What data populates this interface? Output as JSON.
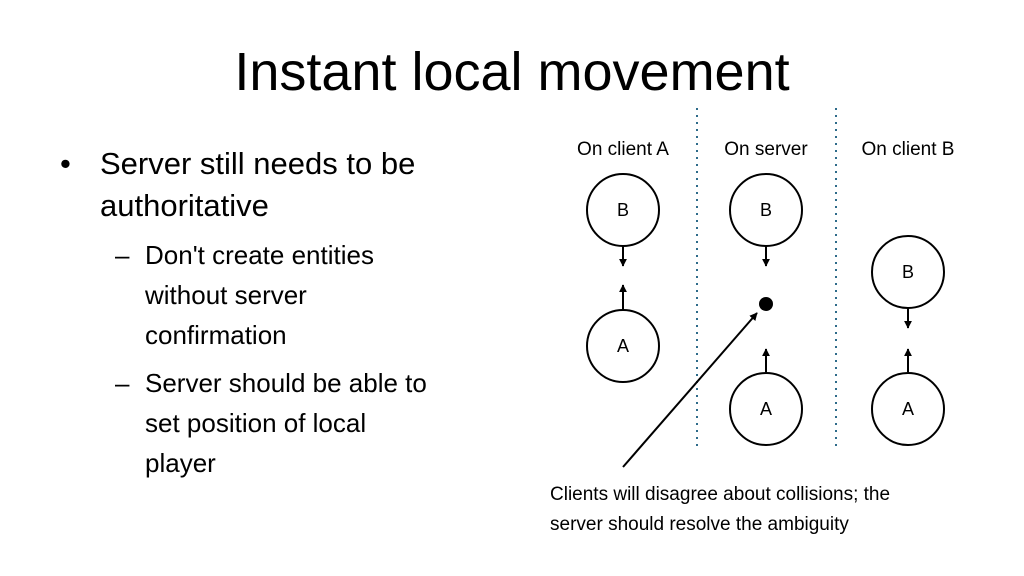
{
  "slide": {
    "title": "Instant local movement",
    "bullets": [
      {
        "marker": "•",
        "text_lines": [
          "Server still needs to be",
          "authoritative"
        ],
        "sub_marker": "–",
        "sub_bullets": [
          [
            "Don't create entities",
            "without server",
            "confirmation"
          ],
          [
            "Server should be able to",
            "set position of local",
            "player"
          ]
        ]
      }
    ]
  },
  "diagram": {
    "columns": [
      "On client A",
      "On server",
      "On client B"
    ],
    "nodes": {
      "client_a_b": "B",
      "client_a_a": "A",
      "server_b": "B",
      "server_a": "A",
      "client_b_b": "B",
      "client_b_a": "A"
    },
    "caption_lines": [
      "Clients will disagree about collisions; the",
      "server should resolve the ambiguity"
    ]
  }
}
